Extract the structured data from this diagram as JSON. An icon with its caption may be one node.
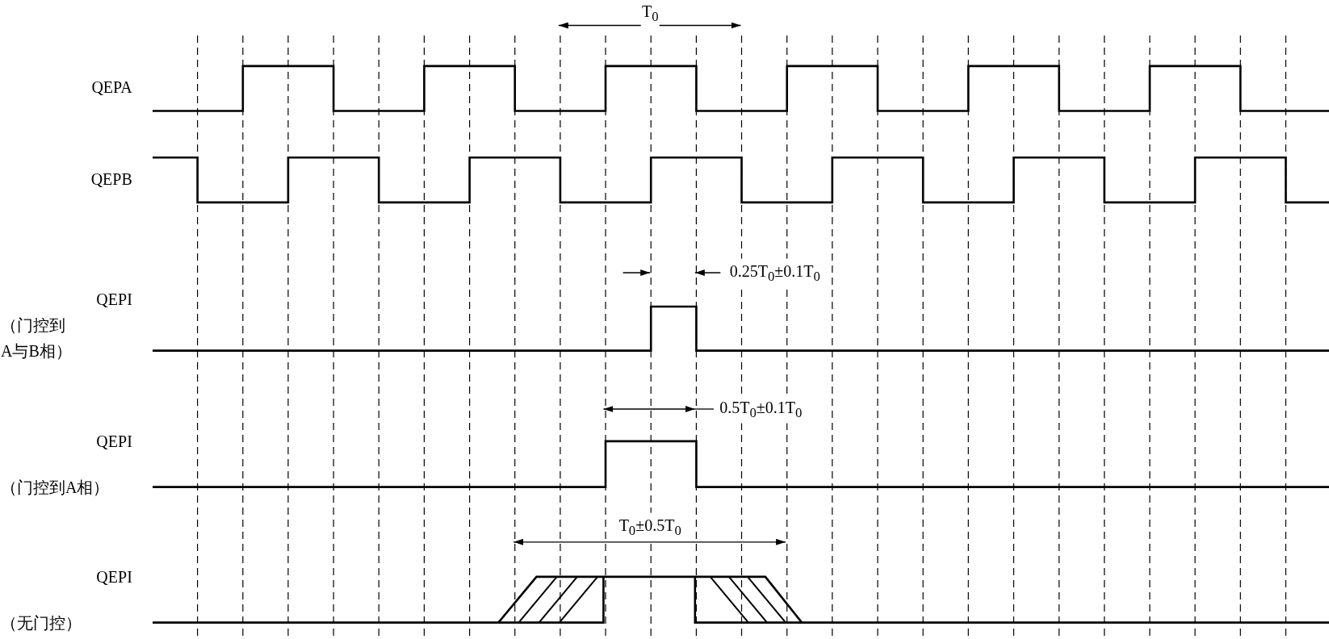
{
  "diagram": {
    "labels": [
      "T$_{0}$",
      "QEPA",
      "QEPB",
      "0.25T$_{0}$±0.1T$_{0}$",
      "QEPI",
      "（门控到A与B相）",
      "0.5T$_{0}$±0.1T$_{0}$",
      "QEPI",
      "（门控到A相）",
      "T$_{0}$±0.5T$_{0}$",
      "QEPI",
      "（无门控）"
    ]
  }
}
